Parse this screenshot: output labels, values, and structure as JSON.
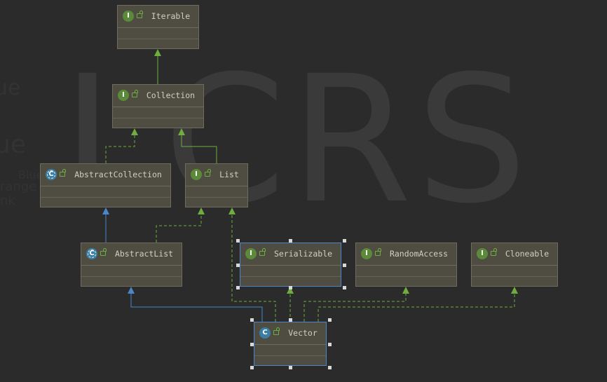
{
  "watermark": {
    "big_text": "LCRS",
    "side_fragments": [
      "ue",
      "ue",
      "Blue",
      "range",
      "nk"
    ]
  },
  "nodes": [
    {
      "id": "iterable",
      "label": "Iterable",
      "kind": "interface"
    },
    {
      "id": "collection",
      "label": "Collection",
      "kind": "interface"
    },
    {
      "id": "abstractcollection",
      "label": "AbstractCollection",
      "kind": "abstract-class"
    },
    {
      "id": "list",
      "label": "List",
      "kind": "interface"
    },
    {
      "id": "abstractlist",
      "label": "AbstractList",
      "kind": "abstract-class"
    },
    {
      "id": "serializable",
      "label": "Serializable",
      "kind": "interface",
      "selected": true
    },
    {
      "id": "randomaccess",
      "label": "RandomAccess",
      "kind": "interface"
    },
    {
      "id": "cloneable",
      "label": "Cloneable",
      "kind": "interface"
    },
    {
      "id": "vector",
      "label": "Vector",
      "kind": "class",
      "selected": true
    }
  ],
  "badges": {
    "interface": "I",
    "class": "C",
    "abstract-class": "C"
  },
  "edges": [
    {
      "from": "collection",
      "to": "iterable",
      "type": "extends-interface"
    },
    {
      "from": "abstractcollection",
      "to": "collection",
      "type": "implements"
    },
    {
      "from": "list",
      "to": "collection",
      "type": "extends-interface"
    },
    {
      "from": "abstractlist",
      "to": "abstractcollection",
      "type": "extends-class"
    },
    {
      "from": "abstractlist",
      "to": "list",
      "type": "implements"
    },
    {
      "from": "vector",
      "to": "abstractlist",
      "type": "extends-class"
    },
    {
      "from": "vector",
      "to": "list",
      "type": "implements"
    },
    {
      "from": "vector",
      "to": "serializable",
      "type": "implements"
    },
    {
      "from": "vector",
      "to": "randomaccess",
      "type": "implements"
    },
    {
      "from": "vector",
      "to": "cloneable",
      "type": "implements"
    }
  ],
  "colors": {
    "background": "#2b2b2b",
    "node_fill": "#4f4d41",
    "interface_edge": "#6fae3e",
    "class_edge": "#4a86c8",
    "selection": "#d8d8d8"
  }
}
